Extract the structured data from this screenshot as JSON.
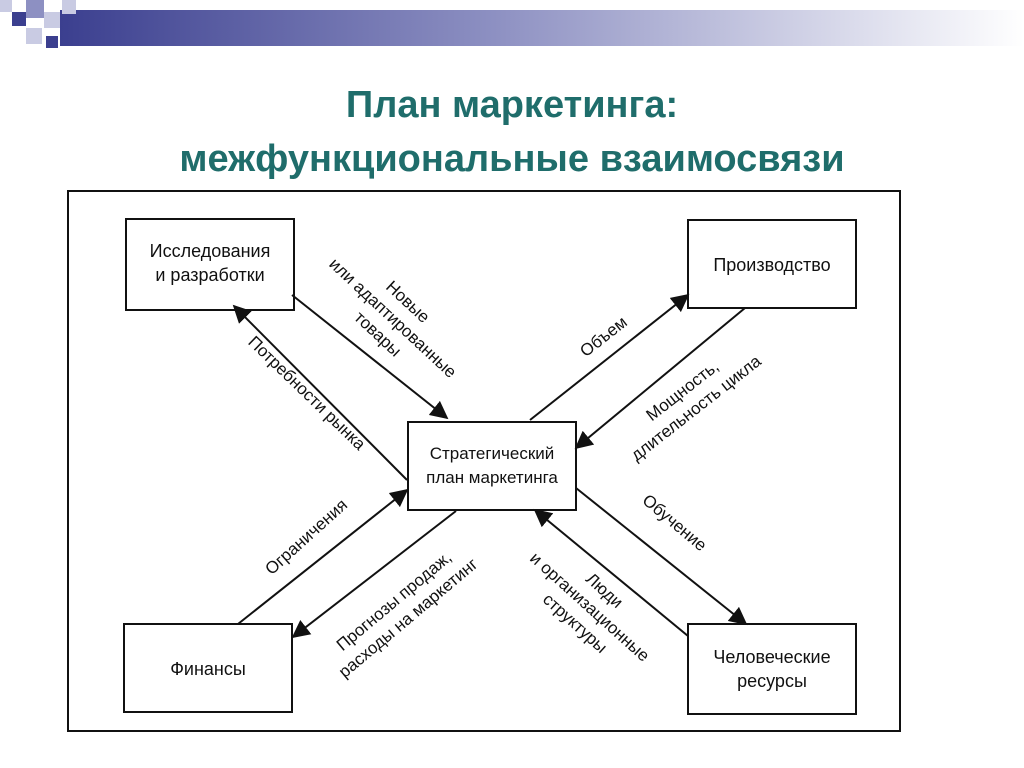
{
  "slide": {
    "title_line1": "План маркетинга:",
    "title_line2": "межфункциональные взаимосвязи"
  },
  "colors": {
    "title": "#1f6d6b",
    "band_dark": "#3b3f8f",
    "band_light": "#c9cbe3",
    "line": "#111111"
  },
  "nodes": {
    "research": {
      "line1": "Исследования",
      "line2": "и разработки"
    },
    "production": {
      "label": "Производство"
    },
    "center": {
      "line1": "Стратегический",
      "line2": "план маркетинга"
    },
    "finance": {
      "label": "Финансы"
    },
    "hr": {
      "line1": "Человеческие",
      "line2": "ресурсы"
    }
  },
  "edges": {
    "research_to_center": {
      "line1": "Новые",
      "line2": "или адаптированные",
      "line3": "товары"
    },
    "center_to_research": {
      "label": "Потребности рынка"
    },
    "center_to_production": {
      "label": "Объем"
    },
    "production_to_center": {
      "line1": "Мощность,",
      "line2": "длительность цикла"
    },
    "finance_to_center": {
      "label": "Ограничения"
    },
    "center_to_finance": {
      "line1": "Прогнозы продаж,",
      "line2": "расходы на маркетинг"
    },
    "center_to_hr": {
      "label": "Обучение"
    },
    "hr_to_center": {
      "line1": "Люди",
      "line2": "и организационные",
      "line3": "структуры"
    }
  }
}
